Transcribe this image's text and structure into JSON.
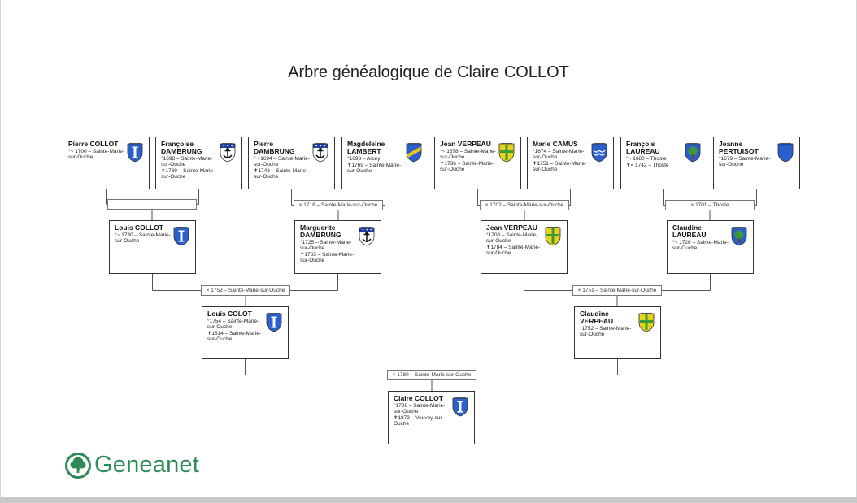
{
  "title": "Arbre généalogique de Claire COLLOT",
  "logo": {
    "text": "Geneanet",
    "icon": "tree-icon",
    "color": "#2e8b57"
  },
  "shield_colors": {
    "blue": "#2b5fce",
    "yellow": "#e6d21a",
    "green": "#3c9a3a",
    "white": "#ffffff"
  },
  "persons": [
    {
      "name": "Pierre COLLOT",
      "lines": [
        "°~ 1700 – Sainte-Marie-sur-Ouche"
      ],
      "shield": "collot"
    },
    {
      "name": "Françoise DAMBRUNG",
      "lines": [
        "°1698 – Sainte-Marie-sur-Ouche",
        "✝1789 – Sainte-Marie-sur-Ouche"
      ],
      "shield": "dambrung"
    },
    {
      "name": "Pierre DAMBRUNG",
      "lines": [
        "°~ 1694 – Sainte-Marie-sur-Ouche",
        "✝1748 – Sainte-Marie-sur-Ouche"
      ],
      "shield": "dambrung"
    },
    {
      "name": "Magdeleine LAMBERT",
      "lines": [
        "°1693 – Arcey",
        "✝1769 – Sainte-Marie-sur-Ouche"
      ],
      "shield": "lambert"
    },
    {
      "name": "Jean VERPEAU",
      "lines": [
        "°~ 1678 – Sainte-Marie-sur-Ouche",
        "✝1736 – Sainte-Marie-sur-Ouche"
      ],
      "shield": "verpeau"
    },
    {
      "name": "Marie CAMUS",
      "lines": [
        "°1674 – Sainte-Marie-sur-Ouche",
        "✝1751 – Sainte-Marie-sur-Ouche"
      ],
      "shield": "camus"
    },
    {
      "name": "François LAUREAU",
      "lines": [
        "°~ 1680 – Thoste",
        "✝< 1742 – Thoste"
      ],
      "shield": "laureau"
    },
    {
      "name": "Jeanne PERTUISOT",
      "lines": [
        "°1679 – Sainte-Marie-sur-Ouche"
      ],
      "shield": "pertuisot"
    },
    {
      "name": "Louis COLLOT",
      "lines": [
        "°~ 1730 – Sainte-Marie-sur-Ouche"
      ],
      "shield": "collot"
    },
    {
      "name": "Marguerite DAMBRUNG",
      "lines": [
        "°1725 – Sainte-Marie-sur-Ouche",
        "✝1765 – Sainte-Marie-sur-Ouche"
      ],
      "shield": "dambrung"
    },
    {
      "name": "Jean VERPEAU",
      "lines": [
        "°1708 – Sainte-Marie-sur-Ouche",
        "✝1784 – Sainte-Marie-sur-Ouche"
      ],
      "shield": "verpeau"
    },
    {
      "name": "Claudine LAUREAU",
      "lines": [
        "°~ 1726 – Sainte-Marie-sur-Ouche"
      ],
      "shield": "laureau"
    },
    {
      "name": "Louis COLOT",
      "lines": [
        "°1754 – Sainte-Marie-sur-Ouche",
        "✝1814 – Sainte-Marie-sur-Ouche"
      ],
      "shield": "collot"
    },
    {
      "name": "Claudine VERPEAU",
      "lines": [
        "°1752 – Sainte-Marie-sur-Ouche"
      ],
      "shield": "verpeau"
    },
    {
      "name": "Claire COLLOT",
      "lines": [
        "°1786 – Sainte-Marie-sur-Ouche",
        "✝1872 – Veuvey-sur-Ouche"
      ],
      "shield": "collot"
    }
  ],
  "marriages": [
    {
      "label": ""
    },
    {
      "label": "× 1718 – Sainte-Marie-sur-Ouche"
    },
    {
      "label": "× 1702 – Sainte-Marie-sur-Ouche"
    },
    {
      "label": "× 1701 – Thoste"
    },
    {
      "label": "× 1752 – Sainte-Marie-sur-Ouche"
    },
    {
      "label": "× 1751 – Sainte-Marie-sur-Ouche"
    },
    {
      "label": "× 1780 – Sainte-Marie-sur-Ouche"
    }
  ]
}
